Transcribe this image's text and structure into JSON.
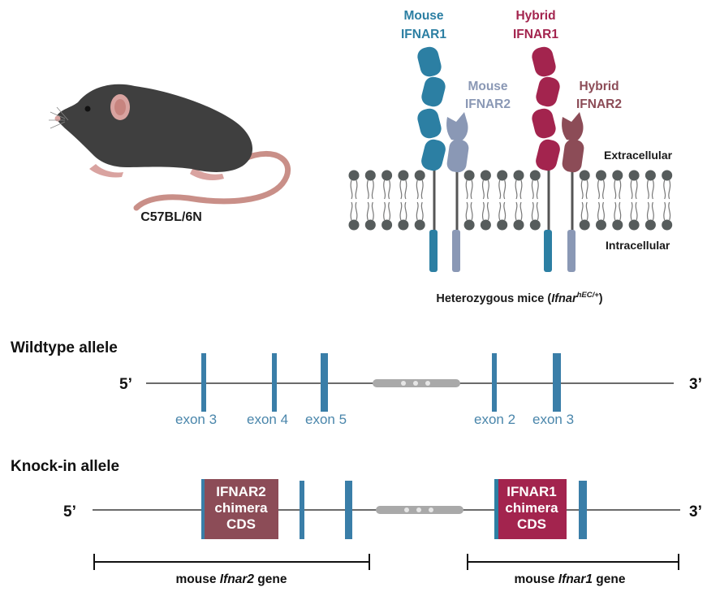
{
  "mouse": {
    "strain": "C57BL/6N",
    "colors": {
      "body": "#3f3f3f",
      "ear": "#d9a3a0",
      "tail": "#c98f88"
    }
  },
  "receptors": {
    "mouse_ifnar1": {
      "line1": "Mouse",
      "line2": "IFNAR1",
      "color": "#2c7fa3"
    },
    "mouse_ifnar2": {
      "line1": "Mouse",
      "line2": "IFNAR2",
      "color": "#8a98b5"
    },
    "hybrid_ifnar1": {
      "line1": "Hybrid",
      "line2": "IFNAR1",
      "color": "#a3244e"
    },
    "hybrid_ifnar2": {
      "line1": "Hybrid",
      "line2": "IFNAR2",
      "color": "#8c4c57"
    }
  },
  "membrane": {
    "extracellular": "Extracellular",
    "intracellular": "Intracellular",
    "head_color": "#565c5c"
  },
  "caption": {
    "prefix": "Heterozygous mice (",
    "gene": "Ifnar",
    "superscript": "hEC/+",
    "suffix": ")"
  },
  "wildtype": {
    "title": "Wildtype allele",
    "five_prime": "5’",
    "three_prime": "3’",
    "exons_left": [
      "exon 3",
      "exon 4",
      "exon 5"
    ],
    "exons_right": [
      "exon 2",
      "exon 3"
    ],
    "exon_color": "#3a7ea8"
  },
  "knockin": {
    "title": "Knock-in allele",
    "five_prime": "5’",
    "three_prime": "3’",
    "box_left": {
      "lines": [
        "IFNAR2",
        "chimera",
        "CDS"
      ],
      "color": "#8c4c57"
    },
    "box_right": {
      "lines": [
        "IFNAR1",
        "chimera",
        "CDS"
      ],
      "color": "#a3244e"
    },
    "gene_left": {
      "prefix": "mouse ",
      "gene": "Ifnar2",
      "suffix": " gene"
    },
    "gene_right": {
      "prefix": "mouse ",
      "gene": "Ifnar1",
      "suffix": " gene"
    }
  }
}
